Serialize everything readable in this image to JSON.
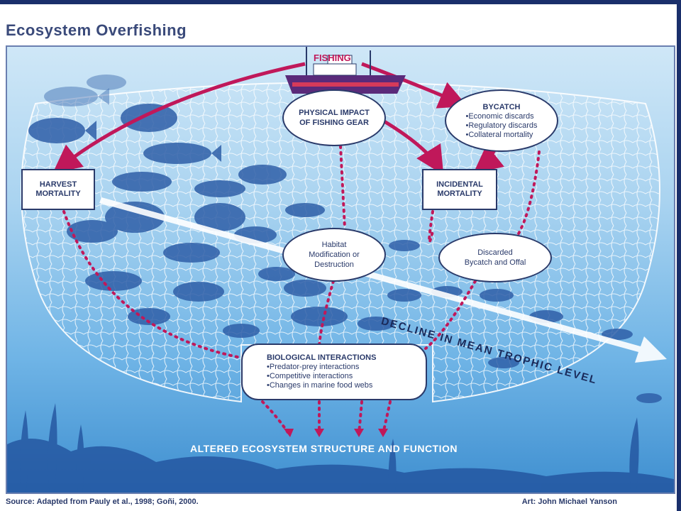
{
  "title": "Ecosystem Overfishing",
  "source": "Source: Adapted from Pauly et al., 1998; Goñi, 2000.",
  "credit": "Art: John Michael Yanson",
  "nodes": {
    "fishing": "FISHING",
    "physical_impact_1": "PHYSICAL IMPACT",
    "physical_impact_2": "OF FISHING GEAR",
    "bycatch_title": "BYCATCH",
    "bycatch_items": [
      "•Economic discards",
      "•Regulatory discards",
      "•Collateral mortality"
    ],
    "harvest_1": "HARVEST",
    "harvest_2": "MORTALITY",
    "incidental_1": "INCIDENTAL",
    "incidental_2": "MORTALITY",
    "habitat_1": "Habitat",
    "habitat_2": "Modification or",
    "habitat_3": "Destruction",
    "discarded_1": "Discarded",
    "discarded_2": "Bycatch and Offal",
    "bio_title": "BIOLOGICAL INTERACTIONS",
    "bio_items": [
      "•Predator-prey interactions",
      "•Competitive interactions",
      "•Changes in marine food webs"
    ],
    "decline": "DECLINE IN MEAN TROPHIC LEVEL",
    "altered": "ALTERED ECOSYSTEM STRUCTURE AND FUNCTION"
  },
  "colors": {
    "arrow": "#c0185a",
    "text": "#2a3a6a",
    "water_top": "#cfe7f7",
    "water_bottom": "#3f8fd0",
    "fish": "#2f5fa8"
  }
}
